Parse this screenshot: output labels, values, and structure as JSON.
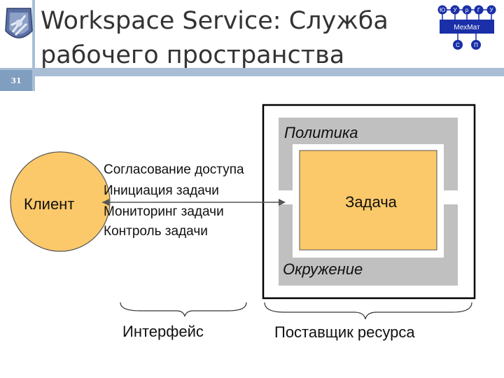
{
  "slide": {
    "number": "31",
    "title_line1": "Workspace Service: Служба",
    "title_line2": "рабочего пространства"
  },
  "logo_right": {
    "letters": [
      "Ю",
      "У",
      "р",
      "Г",
      "У"
    ],
    "center_label": "МехМат",
    "bottom_letters": [
      "С",
      "П"
    ]
  },
  "diagram": {
    "client": "Клиент",
    "operations": [
      "Согласование доступа",
      "Инициация задачи",
      "Мониторинг задачи",
      "Контроль задачи"
    ],
    "policy": "Политика",
    "task": "Задача",
    "environment": "Окружение",
    "interface": "Интерфейс",
    "resource_provider": "Поставщик ресурса",
    "colors": {
      "client_fill": "#fcc96a",
      "task_fill": "#fcc96a",
      "gray": "#c0c0c0",
      "header_blue": "#a9bed5",
      "logo_blue": "#1a2fa8"
    }
  }
}
